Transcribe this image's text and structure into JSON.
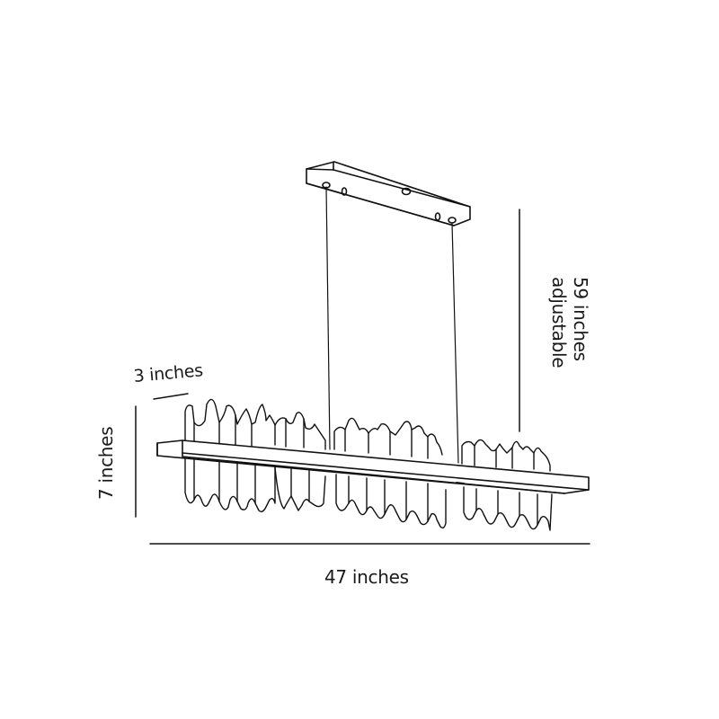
{
  "diagram": {
    "subject": "Linear crystal chandelier dimension drawing",
    "colors": {
      "line": "#111111",
      "background": "#ffffff",
      "text": "#1a1a1a"
    },
    "dimensions": {
      "width": {
        "label": "47 inches"
      },
      "height": {
        "label": "7 inches"
      },
      "depth": {
        "label": "3 inches"
      },
      "drop": {
        "line1": "59 inches",
        "line2": "adjustable"
      }
    },
    "parts": [
      "ceiling-canopy",
      "suspension-wire-left",
      "suspension-wire-right",
      "light-bar",
      "crystal-panels"
    ]
  }
}
